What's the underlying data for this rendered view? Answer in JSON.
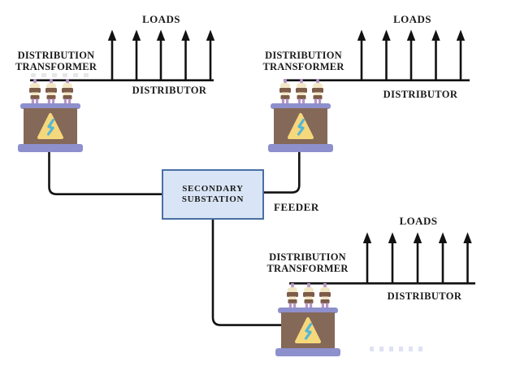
{
  "diagram_subject": "secondary distribution system",
  "substation": {
    "line1": "SECONDARY",
    "line2": "SUBSTATION"
  },
  "feeder": {
    "label": "FEEDER"
  },
  "groups": [
    {
      "position": "top-left",
      "loads_label": "LOADS",
      "loads_count": 5,
      "transformer_line1": "DISTRIBUTION",
      "transformer_line2": "TRANSFORMER",
      "distributor_label": "DISTRIBUTOR"
    },
    {
      "position": "top-right",
      "loads_label": "LOADS",
      "loads_count": 5,
      "transformer_line1": "DISTRIBUTION",
      "transformer_line2": "TRANSFORMER",
      "distributor_label": "DISTRIBUTOR"
    },
    {
      "position": "bottom-right",
      "loads_label": "LOADS",
      "loads_count": 5,
      "transformer_line1": "DISTRIBUTION",
      "transformer_line2": "TRANSFORMER",
      "distributor_label": "DISTRIBUTOR"
    }
  ],
  "icons": {
    "transformer_icon": "distribution-transformer-icon",
    "bolt_icon": "lightning-bolt-icon",
    "arrow_icon": "load-arrow-icon"
  },
  "colors": {
    "wire_black": "#121212",
    "text": "#1a1a1a",
    "substation_fill": "#d9e5f6",
    "substation_border": "#4a6fa5",
    "transformer_purple": "#8d90cc",
    "transformer_body_brown": "#846858",
    "bushing_cream": "#f2e7c6",
    "bushing_brown": "#7d5c49",
    "bushing_stem_purple": "#b795c8",
    "warning_triangle_yellow": "#f6d87c",
    "bolt_blue": "#54b7d6"
  }
}
